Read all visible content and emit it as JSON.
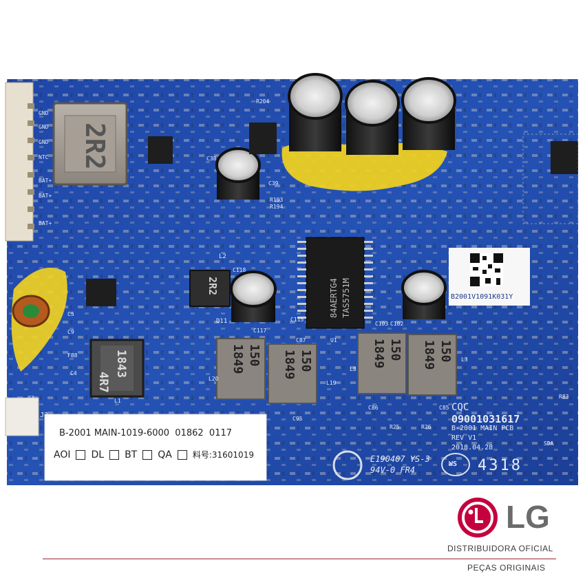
{
  "board": {
    "inductor_top": "2R2",
    "inductor_mid": "2R2",
    "inductor_left_value": "4R7",
    "inductor_left_code": "1843",
    "inductors_bottom": [
      {
        "value": "150",
        "code": "1849"
      },
      {
        "value": "150",
        "code": "1849"
      },
      {
        "value": "150",
        "code": "1849"
      },
      {
        "value": "150",
        "code": "1849"
      }
    ],
    "chip_line1": "84AERTG4",
    "chip_line2": "TAS5751M",
    "qr_caption": "B2001V1091K031Y",
    "cqc": "CQC",
    "cert_number": "09001031617",
    "pcb_name": "B-2001 MAIN PCB",
    "rev": "REV V1",
    "date": "2018.04.28",
    "ul_code": "E190407 YS-3",
    "ul_rating": "94V-0 FR4",
    "ws": "WS",
    "lot": "4318",
    "pins_left": [
      "GND",
      "GND",
      "GND",
      "NTC",
      "BAT+",
      "BAT+",
      "BAT+"
    ],
    "silk_labels": [
      "R204",
      "C39",
      "C38",
      "R193",
      "R194",
      "C117",
      "C118",
      "C115",
      "D11",
      "L2",
      "C5",
      "C4",
      "L1",
      "J3",
      "L20",
      "L19",
      "L8",
      "L3",
      "C95",
      "C86",
      "R25",
      "R26",
      "C85",
      "R83",
      "SDA",
      "U1",
      "C87",
      "C102",
      "C103",
      "Q3",
      "F88",
      "C9"
    ]
  },
  "sticker": {
    "line1": "B-2001 MAIN-1019-6000  01862  0117",
    "checks": [
      "AOI",
      "DL",
      "BT",
      "QA"
    ],
    "material": "料号:31601019"
  },
  "brand": {
    "name": "LG",
    "subtitle": "DISTRIBUIDORA OFICIAL",
    "tagline": "PEÇAS ORIGINAIS",
    "red": "#c5003e",
    "gray": "#6b6b6b"
  }
}
